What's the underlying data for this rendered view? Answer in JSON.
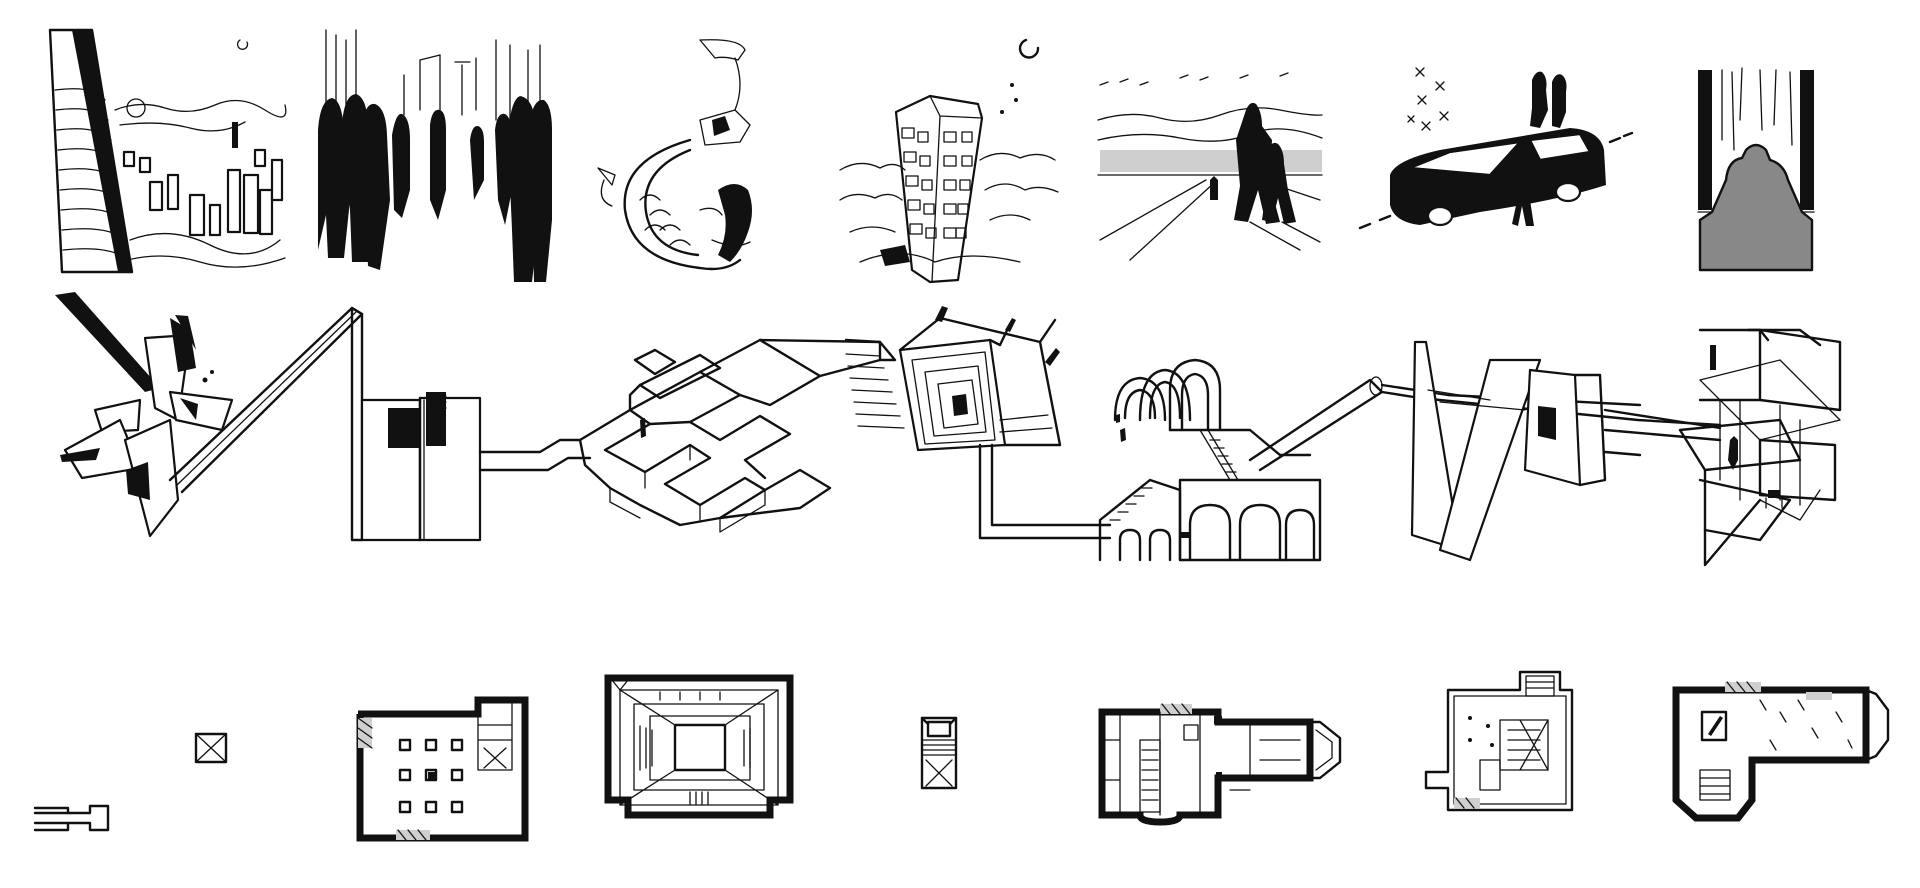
{
  "sketch_rows": [
    {
      "row": "vignettes",
      "panels": [
        {
          "subject": "city-skyline-from-skyscraper"
        },
        {
          "subject": "crowd-silhouettes-walking"
        },
        {
          "subject": "mermaid-and-fish"
        },
        {
          "subject": "tower-rising-from-clouds"
        },
        {
          "subject": "walkers-on-road-into-horizon"
        },
        {
          "subject": "hearse-with-two-figures"
        },
        {
          "subject": "seated-figure-in-window"
        }
      ]
    },
    {
      "row": "architectural-promenade",
      "segments": [
        {
          "subject": "shattered-prism-entrance"
        },
        {
          "subject": "stepped-pit-wall"
        },
        {
          "subject": "maze-of-corridors"
        },
        {
          "subject": "stair-tower-frame"
        },
        {
          "subject": "arcade-with-stairs"
        },
        {
          "subject": "slanted-panels-bridge"
        },
        {
          "subject": "floating-planes-room"
        }
      ]
    },
    {
      "row": "floor-plans",
      "plans": [
        {
          "subject": "small-cube-and-ramp"
        },
        {
          "subject": "columned-hall"
        },
        {
          "subject": "courtyard-stairs-hall"
        },
        {
          "subject": "single-stair-cell"
        },
        {
          "subject": "apse-chapel-block"
        },
        {
          "subject": "stair-room-plan"
        },
        {
          "subject": "l-shaped-apse-room"
        }
      ]
    }
  ],
  "colors": {
    "ink": "#111111",
    "paper": "#ffffff",
    "shade": "#888888"
  }
}
